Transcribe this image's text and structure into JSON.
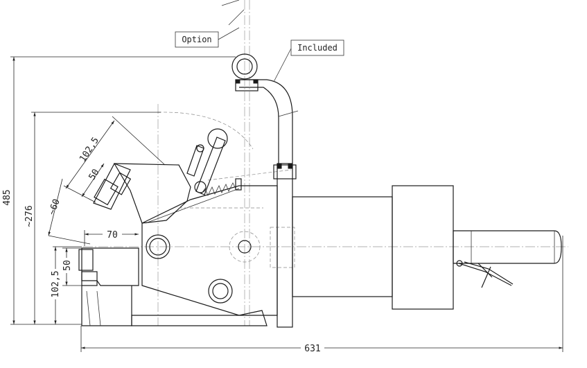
{
  "callouts": {
    "option": "Option",
    "included": "Included"
  },
  "dimensions": {
    "overall_height": "485",
    "upper_height": "~276",
    "angle_dim": "~60",
    "upper_offset": "102,5",
    "upper_inner": "50",
    "horizontal_70": "70",
    "lower_inner": "50",
    "lower_offset": "102,5",
    "overall_length": "631"
  }
}
